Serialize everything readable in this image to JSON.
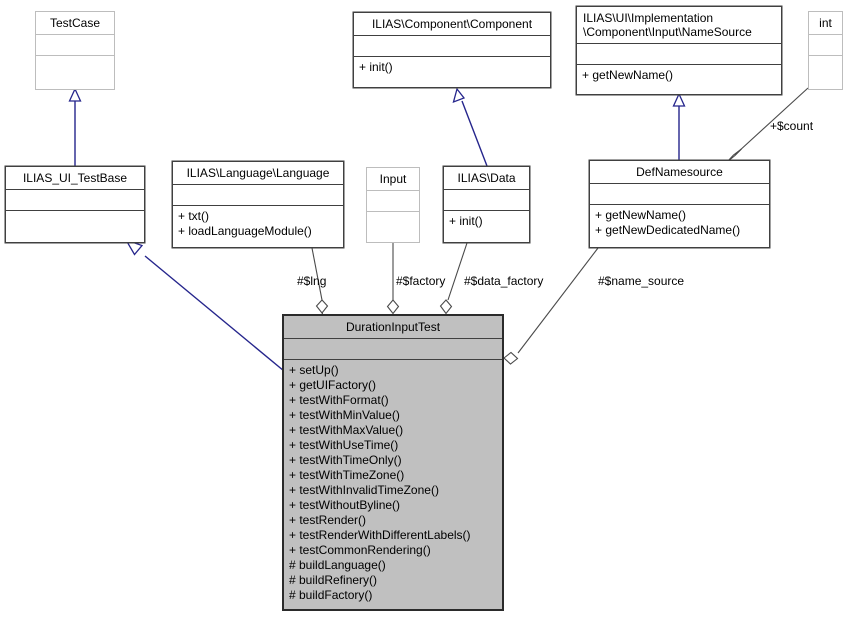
{
  "diagram": {
    "type": "uml-class-diagram",
    "title": "DurationInputTest class collaboration diagram",
    "colors": {
      "highlight_fill": "#c0c0c0",
      "inheritance_line": "#25258c",
      "association_line": "#404040",
      "faded_border": "#bdbdbd",
      "solid_border": "#404040"
    }
  },
  "classes": {
    "testcase": {
      "name": "TestCase",
      "attributes": "",
      "operations": ""
    },
    "ilias_ui_testbase": {
      "name": "ILIAS_UI_TestBase",
      "attributes": "",
      "operations": ""
    },
    "language": {
      "name": "ILIAS\\Language\\Language",
      "attributes": "",
      "operations": "+ txt()\n+ loadLanguageModule()"
    },
    "input": {
      "name": "Input",
      "attributes": "",
      "operations": ""
    },
    "ilias_data": {
      "name": "ILIAS\\Data",
      "attributes": "",
      "operations": "+ init()"
    },
    "component": {
      "name": "ILIAS\\Component\\Component",
      "attributes": "",
      "operations": "+ init()"
    },
    "name_source": {
      "name": "ILIAS\\UI\\Implementation\n\\Component\\Input\\NameSource",
      "attributes": "",
      "operations": "+ getNewName()"
    },
    "int_type": {
      "name": "int",
      "attributes": "",
      "operations": ""
    },
    "def_namesource": {
      "name": "DefNamesource",
      "attributes": "",
      "operations": "+ getNewName()\n+ getNewDedicatedName()"
    },
    "duration_input_test": {
      "name": "DurationInputTest",
      "attributes": "",
      "operations": "+ setUp()\n+ getUIFactory()\n+ testWithFormat()\n+ testWithMinValue()\n+ testWithMaxValue()\n+ testWithUseTime()\n+ testWithTimeOnly()\n+ testWithTimeZone()\n+ testWithInvalidTimeZone()\n+ testWithoutByline()\n+ testRender()\n+ testRenderWithDifferentLabels()\n+ testCommonRendering()\n# buildLanguage()\n# buildRefinery()\n# buildFactory()"
    }
  },
  "edge_labels": {
    "count": "+$count",
    "lng": "#$lng",
    "factory": "#$factory",
    "data_factory": "#$data_factory",
    "name_source": "#$name_source"
  }
}
